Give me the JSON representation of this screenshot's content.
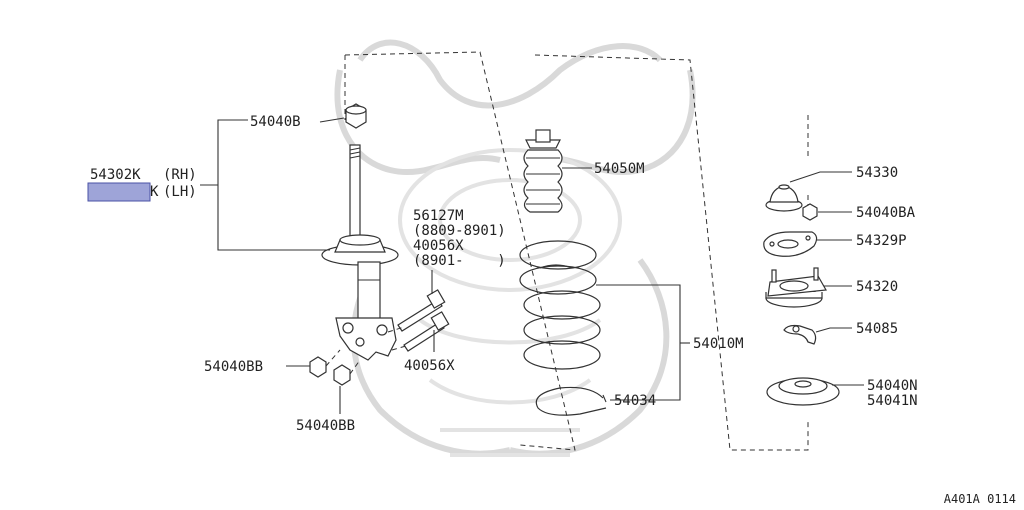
{
  "diagram": {
    "figure_code": "A401A 0114",
    "highlight_color": "#9ea4d8",
    "parts": {
      "strut_assembly": {
        "part_no": "54302K",
        "variant_rh": "(RH)",
        "variant_lh": "(LH)",
        "lh_prefix": "K"
      },
      "strut_top_nut": "54040B",
      "strut_nuts_side": "54040BB",
      "strut_nut_bottom": "54040BB",
      "bolt_group": {
        "line1": "56127M",
        "line2": "(8809-8901)",
        "line3": "40056X",
        "line4": "(8901-    )"
      },
      "bolt_lower": "40056X",
      "bound_bumper": "54050M",
      "coil_spring": "54010M",
      "spring_seat": "54034",
      "mount_cap": "54330",
      "mount_nut": "54040BA",
      "mount_plate": "54329P",
      "mount_insulator": "54320",
      "mount_washer": "54085",
      "spring_seat_upper": {
        "line1": "54040N",
        "line2": "54041N"
      }
    }
  }
}
